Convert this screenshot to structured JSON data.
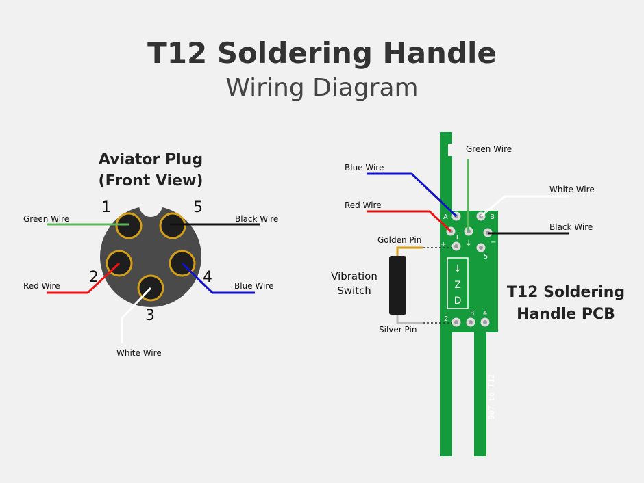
{
  "title": "T12 Soldering Handle",
  "subtitle": "Wiring Diagram",
  "plug": {
    "heading_line1": "Aviator Plug",
    "heading_line2": "(Front View)",
    "pins": [
      "1",
      "5",
      "2",
      "4",
      "3"
    ],
    "wires": {
      "green": "Green Wire",
      "black": "Black Wire",
      "red": "Red Wire",
      "blue": "Blue Wire",
      "white": "White Wire"
    }
  },
  "pcb": {
    "heading_line1": "T12 Soldering",
    "heading_line2": "Handle PCB",
    "wires": {
      "green": "Green Wire",
      "blue": "Blue Wire",
      "white": "White Wire",
      "red": "Red Wire",
      "black": "Black Wire"
    },
    "pads": {
      "a": "A",
      "b": "B",
      "plus": "+",
      "minus": "−",
      "n1": "1",
      "n2": "2",
      "n3": "3",
      "n4": "4",
      "n5": "5",
      "ground": "⏚"
    },
    "diode": {
      "arrow": "↓",
      "z": "Z",
      "d": "D"
    },
    "trace_text": "907 to T12"
  },
  "switch": {
    "line1": "Vibration",
    "line2": "Switch",
    "golden_pin": "Golden Pin",
    "silver_pin": "Silver Pin"
  },
  "colors": {
    "green": "#5cb85c",
    "red": "#ee1111",
    "blue": "#1111cc",
    "black": "#111111",
    "white": "#ffffff",
    "gold": "#d4a017",
    "pcb": "#159a3c",
    "plug_body": "#4a4a4a"
  }
}
